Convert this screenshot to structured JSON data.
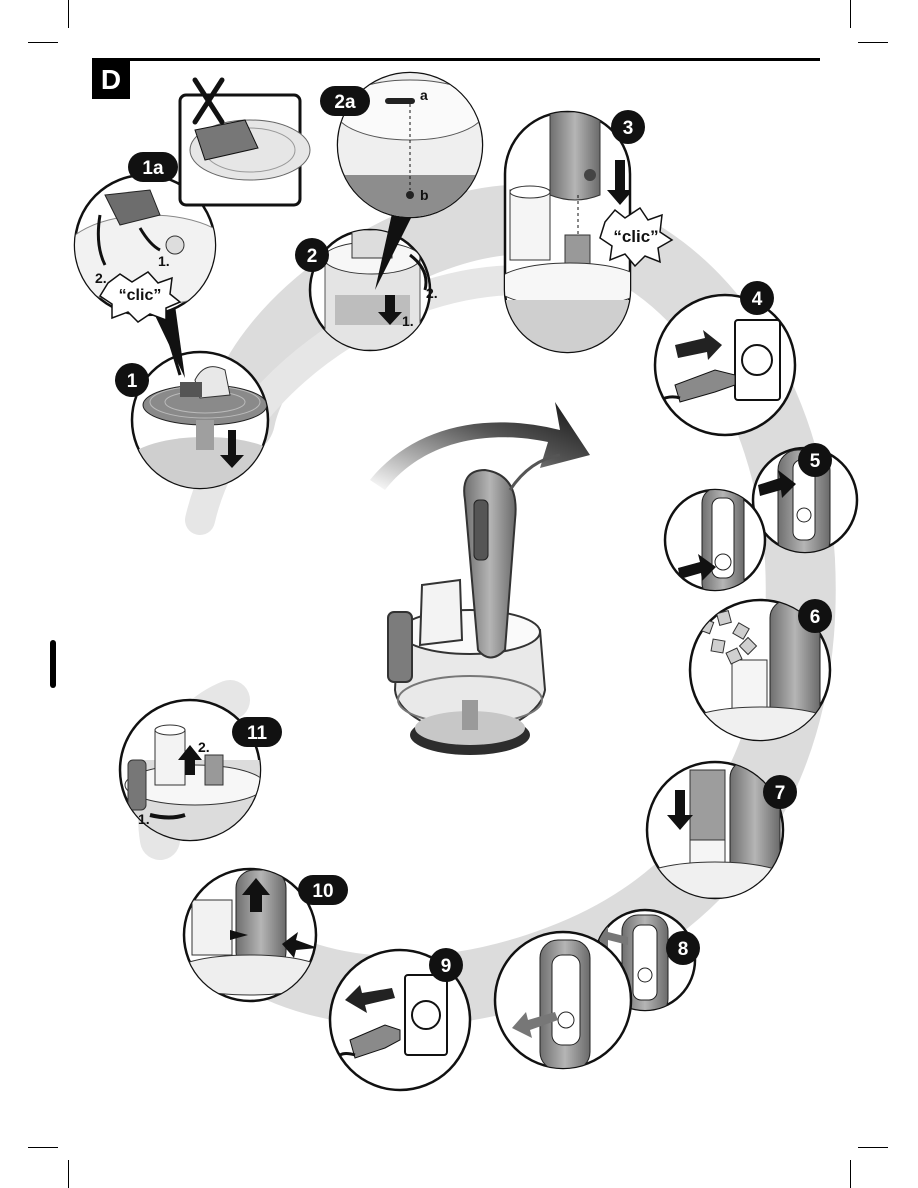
{
  "section": {
    "letter": "D"
  },
  "steps": [
    {
      "id": "1",
      "label": "1"
    },
    {
      "id": "1a",
      "label": "1a"
    },
    {
      "id": "2",
      "label": "2"
    },
    {
      "id": "2a",
      "label": "2a"
    },
    {
      "id": "3",
      "label": "3"
    },
    {
      "id": "4",
      "label": "4"
    },
    {
      "id": "5",
      "label": "5"
    },
    {
      "id": "6",
      "label": "6"
    },
    {
      "id": "7",
      "label": "7"
    },
    {
      "id": "8",
      "label": "8"
    },
    {
      "id": "9",
      "label": "9"
    },
    {
      "id": "10",
      "label": "10"
    },
    {
      "id": "11",
      "label": "11"
    }
  ],
  "annotations": {
    "clic": "“clic”",
    "order_1": "1.",
    "order_2": "2.",
    "marker_a": "a",
    "marker_b": "b"
  },
  "colors": {
    "badge": "#111111",
    "swirl": "#d9d9d9",
    "device": "#8a8a8a",
    "outline": "#1a1a1a"
  }
}
